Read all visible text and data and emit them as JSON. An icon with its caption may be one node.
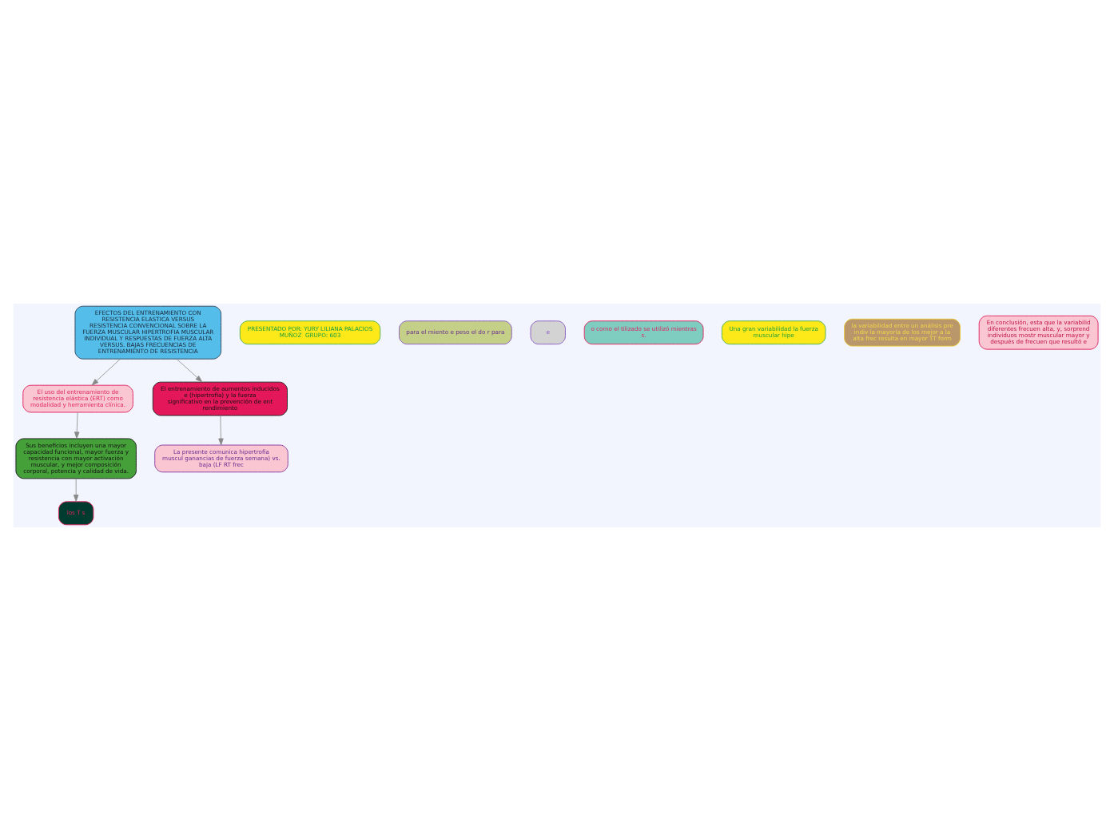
{
  "diagram": {
    "nodes": [
      {
        "text": [
          "EFECTOS DEL ENTRENAMIENTO CON RESISTENCIA ELASTICA VERSUS RESISTENCIA CONVENCIONAL SOBRE LA FUERZA MUSCULAR HIPERTROFIA MUSCULAR INDIVIDUAL Y RESPUESTAS DE FUERZA ALTA VERSUS. BAJAS FRECUENCIAS DE ENTRENAMIENTO DE RESISTENCIA"
        ]
      },
      {
        "text": [
          "PRESENTADO POR: YURY LILIANA PALACIOS MUÑOZ  GRUPO: 603"
        ]
      },
      {
        "text": [
          "El uso del entrenamiento de resistencia elástica (ERT) como modalidad y herramienta clínica."
        ]
      },
      {
        "text": [
          "Sus beneficios incluyen una mayor capacidad funcional, mayor fuerza y resistencia con mayor activación muscular, y mejor composición corporal, potencia y calidad de vida."
        ]
      },
      {
        "text": [
          "los T s"
        ]
      },
      {
        "text": [
          "para el miento e peso el do r para"
        ]
      },
      {
        "text": [
          "e"
        ]
      },
      {
        "text": [
          "o como el tilizado se utilizó mientras s."
        ]
      },
      {
        "text": [
          "El entrenamiento de aumentos inducidos e (hipertrofia) y la fuerza significativo en la prevención de ent rendimiento"
        ]
      },
      {
        "text": [
          "La presente comunica hipertrofia muscul ganancias de fuerza semana) vs. baja (LF RT frec"
        ]
      },
      {
        "text": [
          "Una gran variabilidad la fuerza muscular hipe"
        ]
      },
      {
        "text": [
          "la variabilidad entre un análisis pre indiv la mayoría de los mejor a la alta frec resulta en mayor TT form"
        ]
      },
      {
        "text": [
          "En conclusión, esta que la variabilid diferentes frecuen alta, y, sorprend individuos mostr muscular mayor y después de frecuen que resultó e"
        ]
      }
    ],
    "edges": [
      {
        "from": 0,
        "to": 2,
        "arrow": "to"
      },
      {
        "from": 2,
        "to": 3,
        "arrow": "to"
      },
      {
        "from": 3,
        "to": 4,
        "arrow": "to"
      },
      {
        "from": 0,
        "to": 8,
        "arrow": "to"
      },
      {
        "from": 8,
        "to": 9,
        "arrow": "to"
      }
    ]
  }
}
